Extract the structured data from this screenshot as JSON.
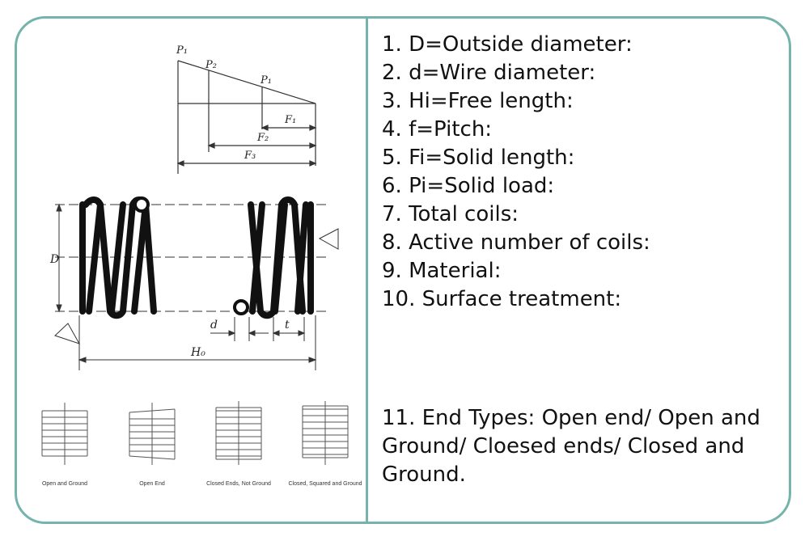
{
  "diagram": {
    "load_labels": [
      "P₁",
      "P₂",
      "P₁"
    ],
    "deflection_labels": [
      "F₁",
      "F₂",
      "F₃"
    ],
    "dimension_labels": {
      "outside_diameter": "D",
      "wire_diameter": "d",
      "pitch": "t",
      "free_length": "H₀"
    },
    "end_type_captions": [
      "Open and Ground",
      "Open End",
      "Closed Ends, Not Ground",
      "Closed, Squared and Ground"
    ]
  },
  "specs": [
    "1. D=Outside diameter:",
    "2. d=Wire diameter:",
    "3. Hi=Free length:",
    "4. f=Pitch:",
    "5. Fi=Solid length:",
    "6. Pi=Solid load:",
    "7. Total coils:",
    "8. Active number of coils:",
    "9. Material:",
    "10. Surface treatment:"
  ],
  "end_types_text": "11. End Types: Open end/ Open and Ground/ Cloesed ends/ Closed and Ground.",
  "colors": {
    "border": "#74b4ad",
    "text": "#111111",
    "drawing": "#222222"
  }
}
